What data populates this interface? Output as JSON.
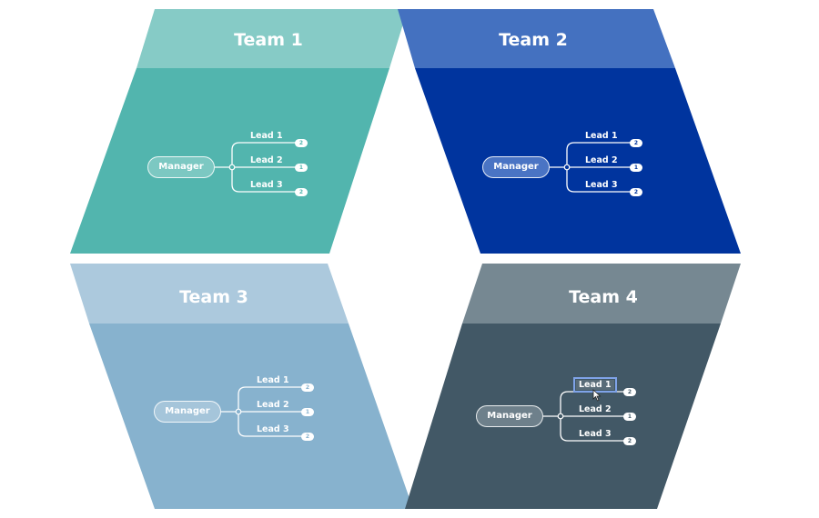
{
  "colors": {
    "team1_header": "#86CBC6",
    "team1_body": "#52B5AE",
    "team1_manager": "#7CC8C2",
    "team2_header": "#4471C0",
    "team2_body": "#00349E",
    "team2_manager": "#4A74C4",
    "team3_header": "#ACC9DD",
    "team3_body": "#87B2CE",
    "team3_manager": "#A5C5DA",
    "team4_header": "#768892",
    "team4_body": "#425866",
    "team4_manager": "#6E808B",
    "selection": "#7fa3e8"
  },
  "teams": [
    {
      "title": "Team 1",
      "manager": "Manager",
      "leads": [
        {
          "label": "Lead 1",
          "badge": "2"
        },
        {
          "label": "Lead 2",
          "badge": "1"
        },
        {
          "label": "Lead 3",
          "badge": "2"
        }
      ]
    },
    {
      "title": "Team 2",
      "manager": "Manager",
      "leads": [
        {
          "label": "Lead 1",
          "badge": "2"
        },
        {
          "label": "Lead 2",
          "badge": "1"
        },
        {
          "label": "Lead 3",
          "badge": "2"
        }
      ]
    },
    {
      "title": "Team 3",
      "manager": "Manager",
      "leads": [
        {
          "label": "Lead 1",
          "badge": "2"
        },
        {
          "label": "Lead 2",
          "badge": "1"
        },
        {
          "label": "Lead 3",
          "badge": "2"
        }
      ]
    },
    {
      "title": "Team 4",
      "manager": "Manager",
      "leads": [
        {
          "label": "Lead 1",
          "badge": "2",
          "selected": true
        },
        {
          "label": "Lead 2",
          "badge": "1"
        },
        {
          "label": "Lead 3",
          "badge": "2"
        }
      ]
    }
  ],
  "icons": {
    "cursor": "mouse-pointer-icon"
  }
}
